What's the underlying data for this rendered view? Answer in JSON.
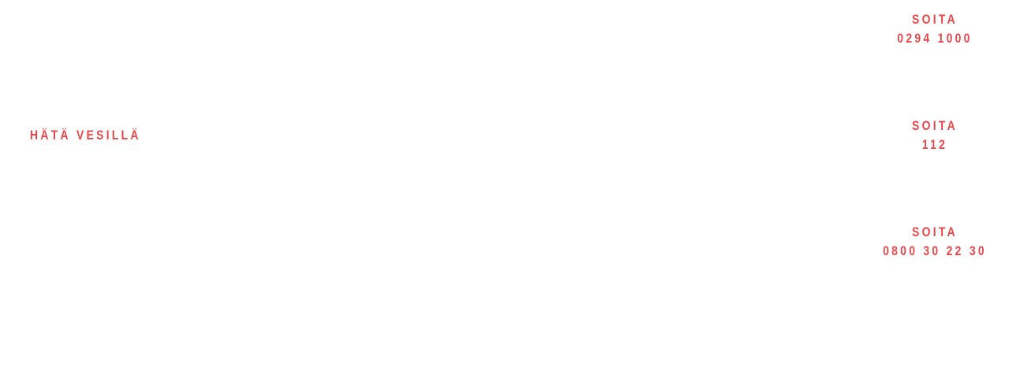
{
  "section": {
    "title": "HÄTÄ VESILLÄ"
  },
  "calls": [
    {
      "action": "SOITA",
      "number": "0294 1000"
    },
    {
      "action": "SOITA",
      "number": "112"
    },
    {
      "action": "SOITA",
      "number": "0800 30 22 30"
    }
  ],
  "colors": {
    "accent": "#e8474a",
    "background": "#ffffff"
  }
}
